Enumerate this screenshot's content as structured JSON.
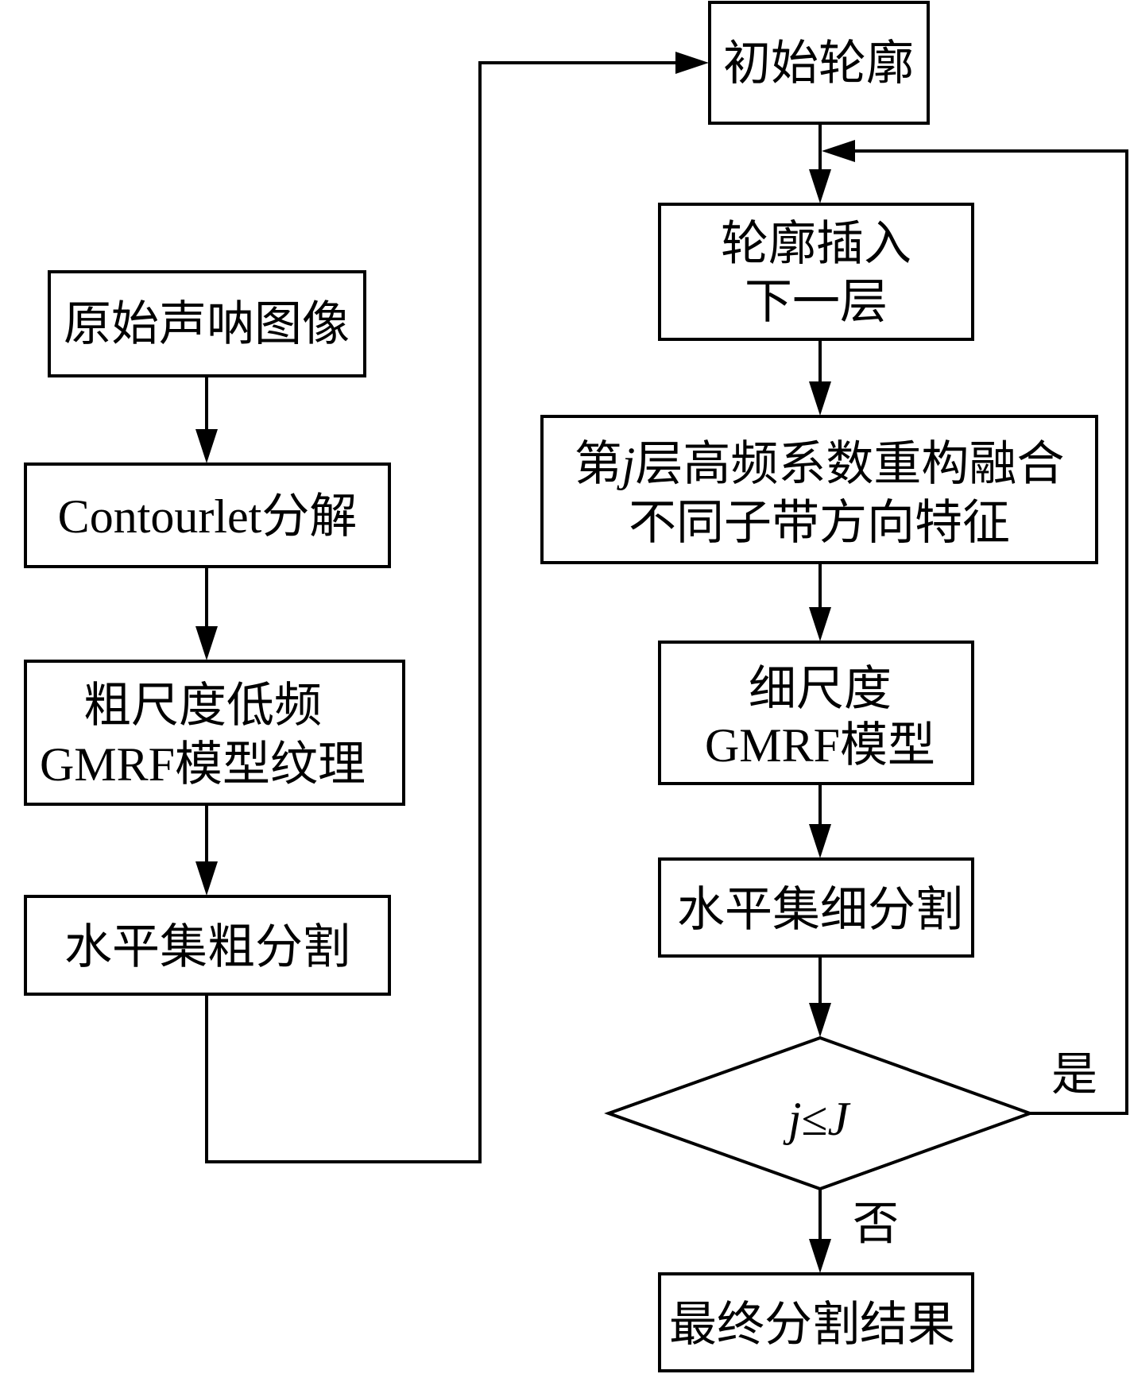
{
  "colors": {
    "stroke": "#000000",
    "background": "#ffffff",
    "text": "#000000"
  },
  "nodes": {
    "sonar_image": {
      "lines": [
        "原始声呐图像"
      ]
    },
    "contourlet": {
      "lines": [
        "Contourlet分解"
      ]
    },
    "coarse_lowfreq": {
      "lines": [
        "粗尺度低频",
        "GMRF模型纹理"
      ]
    },
    "coarse_seg": {
      "lines": [
        "水平集粗分割"
      ]
    },
    "initial_contour": {
      "lines": [
        "初始轮廓"
      ]
    },
    "insert_next": {
      "lines": [
        "轮廓插入",
        "下一层"
      ]
    },
    "highfreq_fusion": {
      "line1_prefix": "第",
      "line1_var": "j",
      "line1_suffix": "层高频系数重构融合",
      "line2": "不同子带方向特征"
    },
    "fine_gmrf": {
      "lines": [
        "细尺度",
        "GMRF模型"
      ]
    },
    "fine_seg": {
      "lines": [
        "水平集细分割"
      ]
    },
    "decision": {
      "var_j": "j",
      "op": "≤",
      "var_J": "J"
    },
    "final_result": {
      "lines": [
        "最终分割结果"
      ]
    }
  },
  "edge_labels": {
    "yes": "是",
    "no": "否"
  }
}
